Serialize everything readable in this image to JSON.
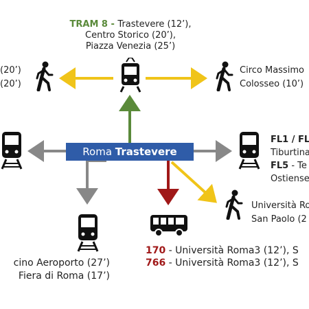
{
  "colors": {
    "station_box": "#2f5ca8",
    "tram": "#5a8a3a",
    "bus": "#a01818",
    "walk_arrow": "#f0c419",
    "rail_arrow": "#888888",
    "icon": "#111111"
  },
  "station": {
    "prefix": "Roma",
    "name": "Trastevere"
  },
  "tram": {
    "line": "TRAM 8",
    "sep": " - ",
    "dest1": "Trastevere (12’),",
    "dest2": "Centro Storico (20’),",
    "dest3": "Piazza Venezia (25’)"
  },
  "walk_left": {
    "line1": "(20’)",
    "line2": "(20’)"
  },
  "walk_right": {
    "line1": "Circo Massimo",
    "line2": "Colosseo (10’)"
  },
  "fl_lines": {
    "fl1": "FL1 / FL",
    "tiburtina": "Tiburtina",
    "fl5": "FL5",
    "fl5_rest": " - Te",
    "ostiense": "Ostiense"
  },
  "walk_southeast": {
    "line1": "Università Ro",
    "line2": "San Paolo (2"
  },
  "train_south": {
    "line1": "cino Aeroporto (27’)",
    "line2": "Fiera di Roma (17’)"
  },
  "buses": [
    {
      "num": "170",
      "rest": " - Università Roma3 (12’), S"
    },
    {
      "num": "766",
      "rest": " - Università Roma3 (12’), S"
    }
  ],
  "icons": [
    "tram-icon",
    "walk-icon",
    "train-icon",
    "bus-icon"
  ]
}
